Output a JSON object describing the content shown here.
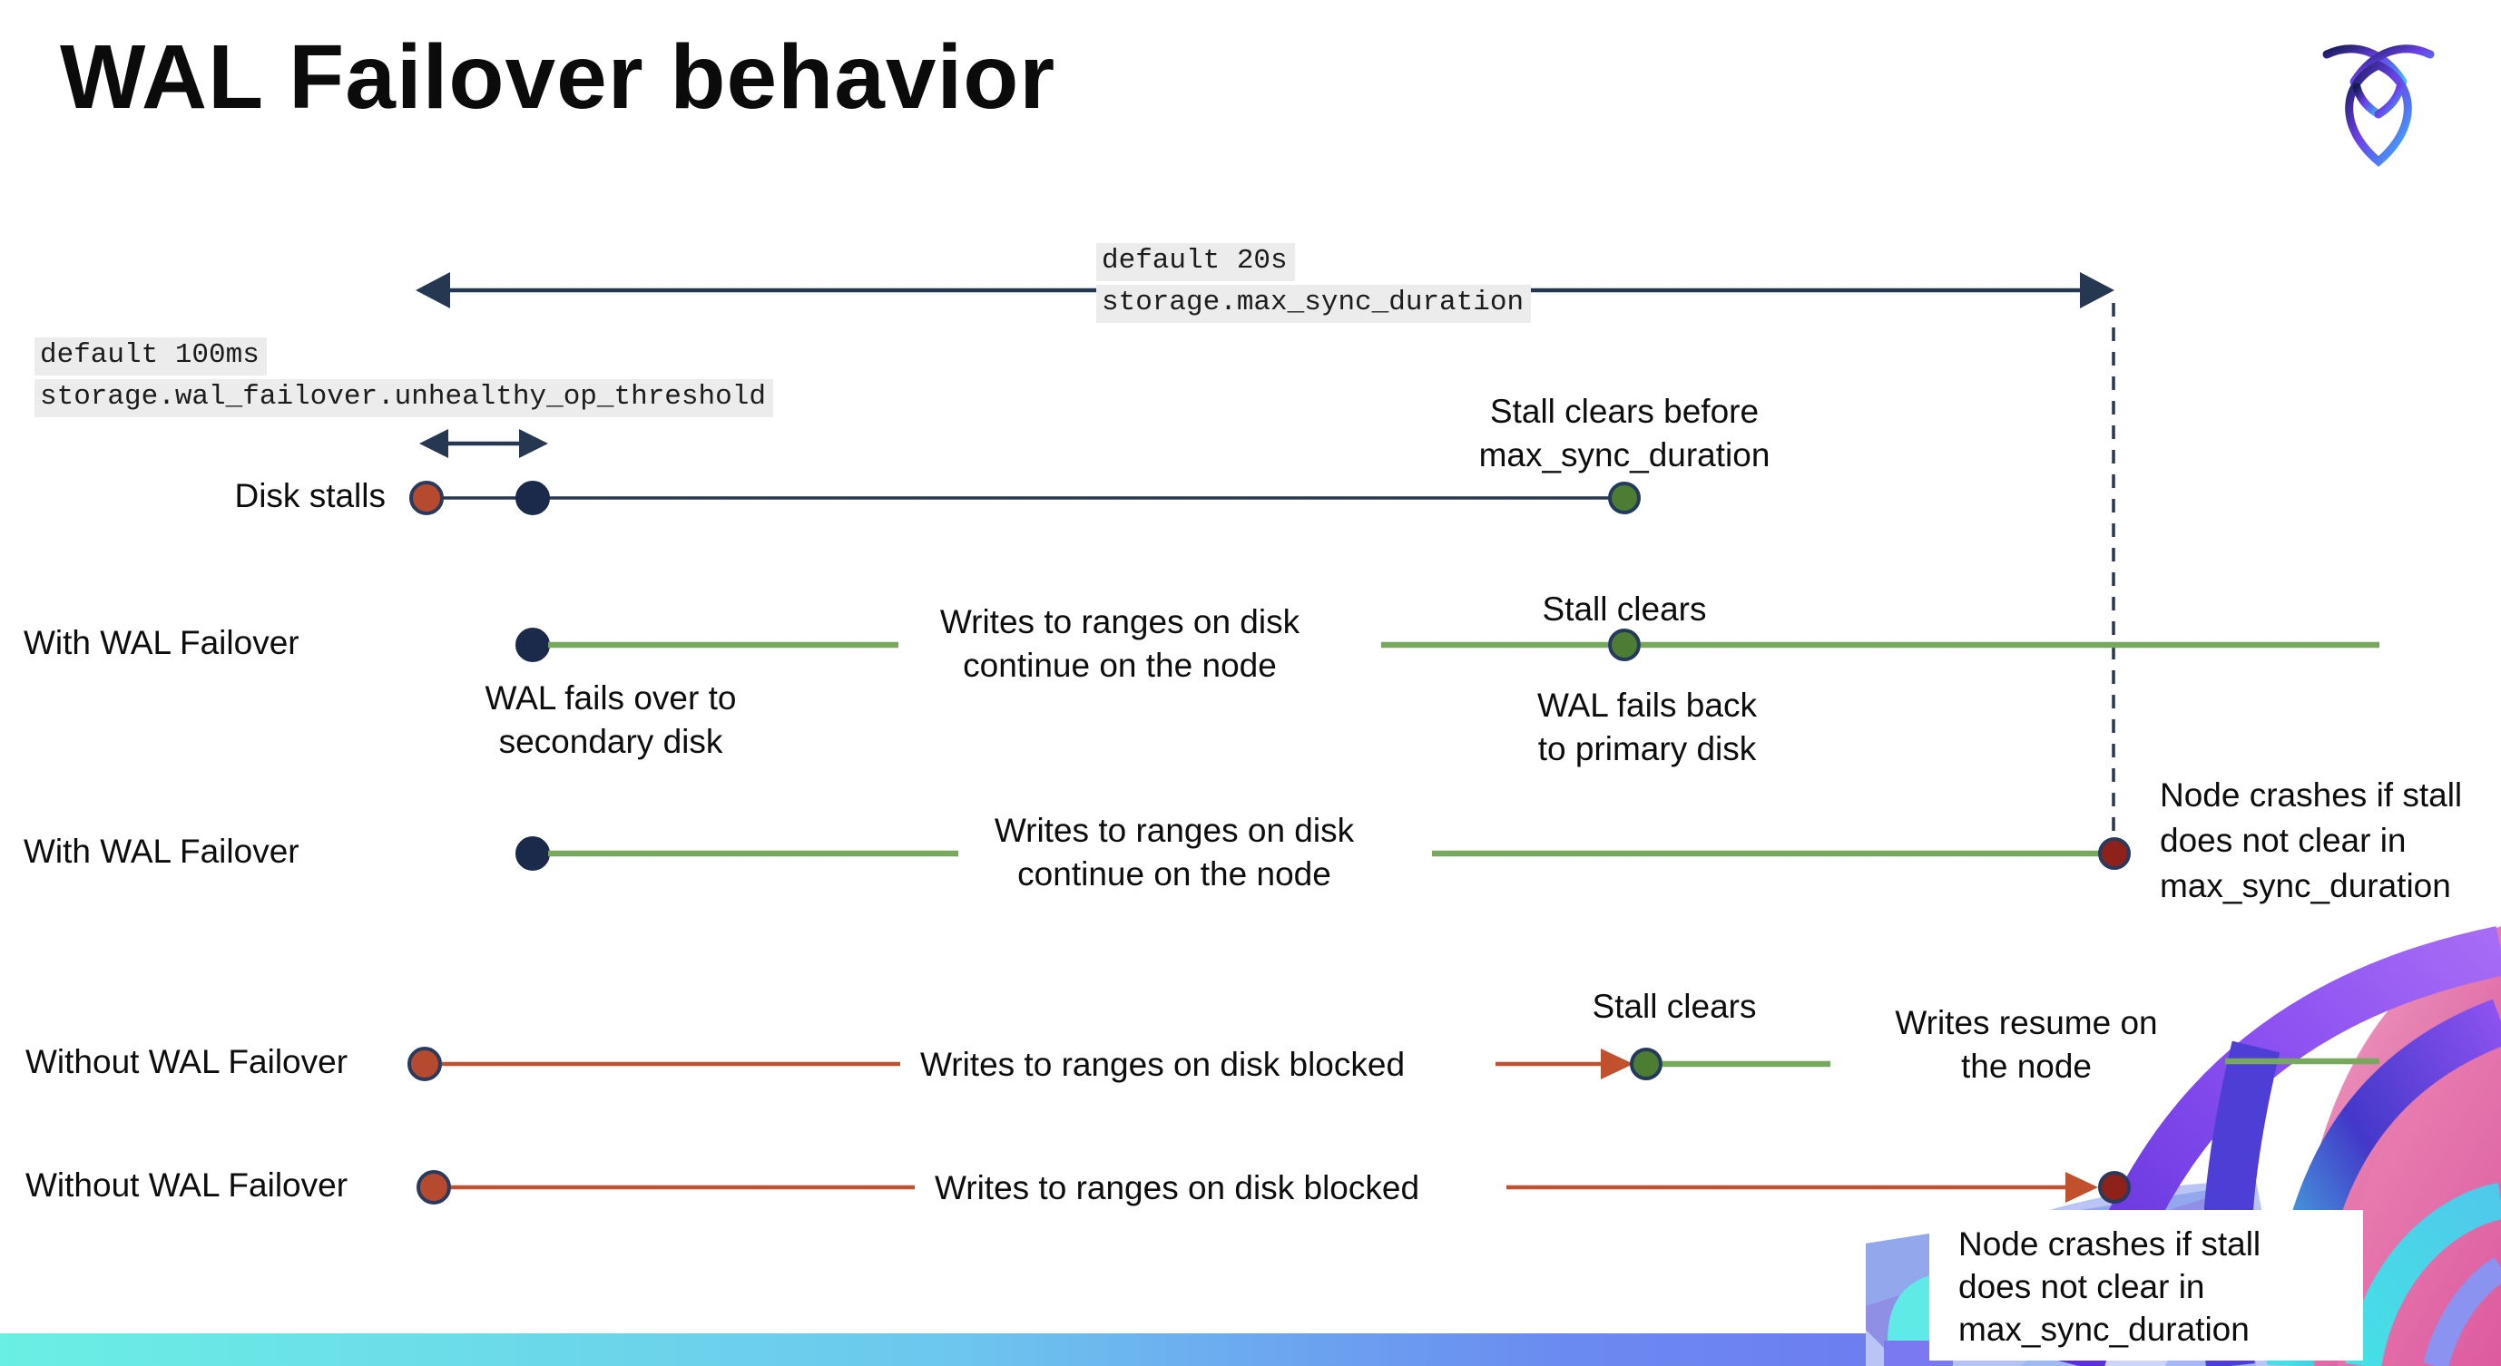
{
  "title": "WAL Failover behavior",
  "logo": {
    "icon": "cockroachdb-logo"
  },
  "config_labels": {
    "max_sync": {
      "default_value": "default 20s",
      "setting": "storage.max_sync_duration"
    },
    "unhealthy_op": {
      "default_value": "default 100ms",
      "setting": "storage.wal_failover.unhealthy_op_threshold"
    }
  },
  "rows": [
    {
      "id": "disk-stalls",
      "label": "Disk stalls"
    },
    {
      "id": "with-wal-failover-1",
      "label": "With WAL Failover"
    },
    {
      "id": "with-wal-failover-2",
      "label": "With WAL Failover"
    },
    {
      "id": "without-wal-failover-1",
      "label": "Without WAL Failover"
    },
    {
      "id": "without-wal-failover-2",
      "label": "Without WAL Failover"
    }
  ],
  "annotations": {
    "stall_clears_before": "Stall clears before\nmax_sync_duration",
    "wal_fails_over": "WAL fails over to\nsecondary disk",
    "writes_continue": "Writes to ranges on disk\ncontinue on the node",
    "stall_clears": "Stall clears",
    "wal_fails_back": "WAL fails  back\nto primary disk",
    "node_crashes": "Node crashes if stall\ndoes not clear in\nmax_sync_duration",
    "writes_blocked": "Writes to ranges on disk  blocked",
    "writes_resume": "Writes resume on\nthe node"
  },
  "colors": {
    "navy": "#263752",
    "green_line": "#76a95c",
    "green_dot": "#4c7d33",
    "red_line": "#c1502e",
    "red_dot": "#b54a2e",
    "dark_red_dot": "#8e221a",
    "label_bg": "#ececec",
    "bar_gradient_left": "#6aefe4",
    "bar_gradient_right": "#6f63ee",
    "art_pink": "#d63384",
    "art_purple": "#7a3bf0",
    "art_cyan": "#45e0e6"
  }
}
